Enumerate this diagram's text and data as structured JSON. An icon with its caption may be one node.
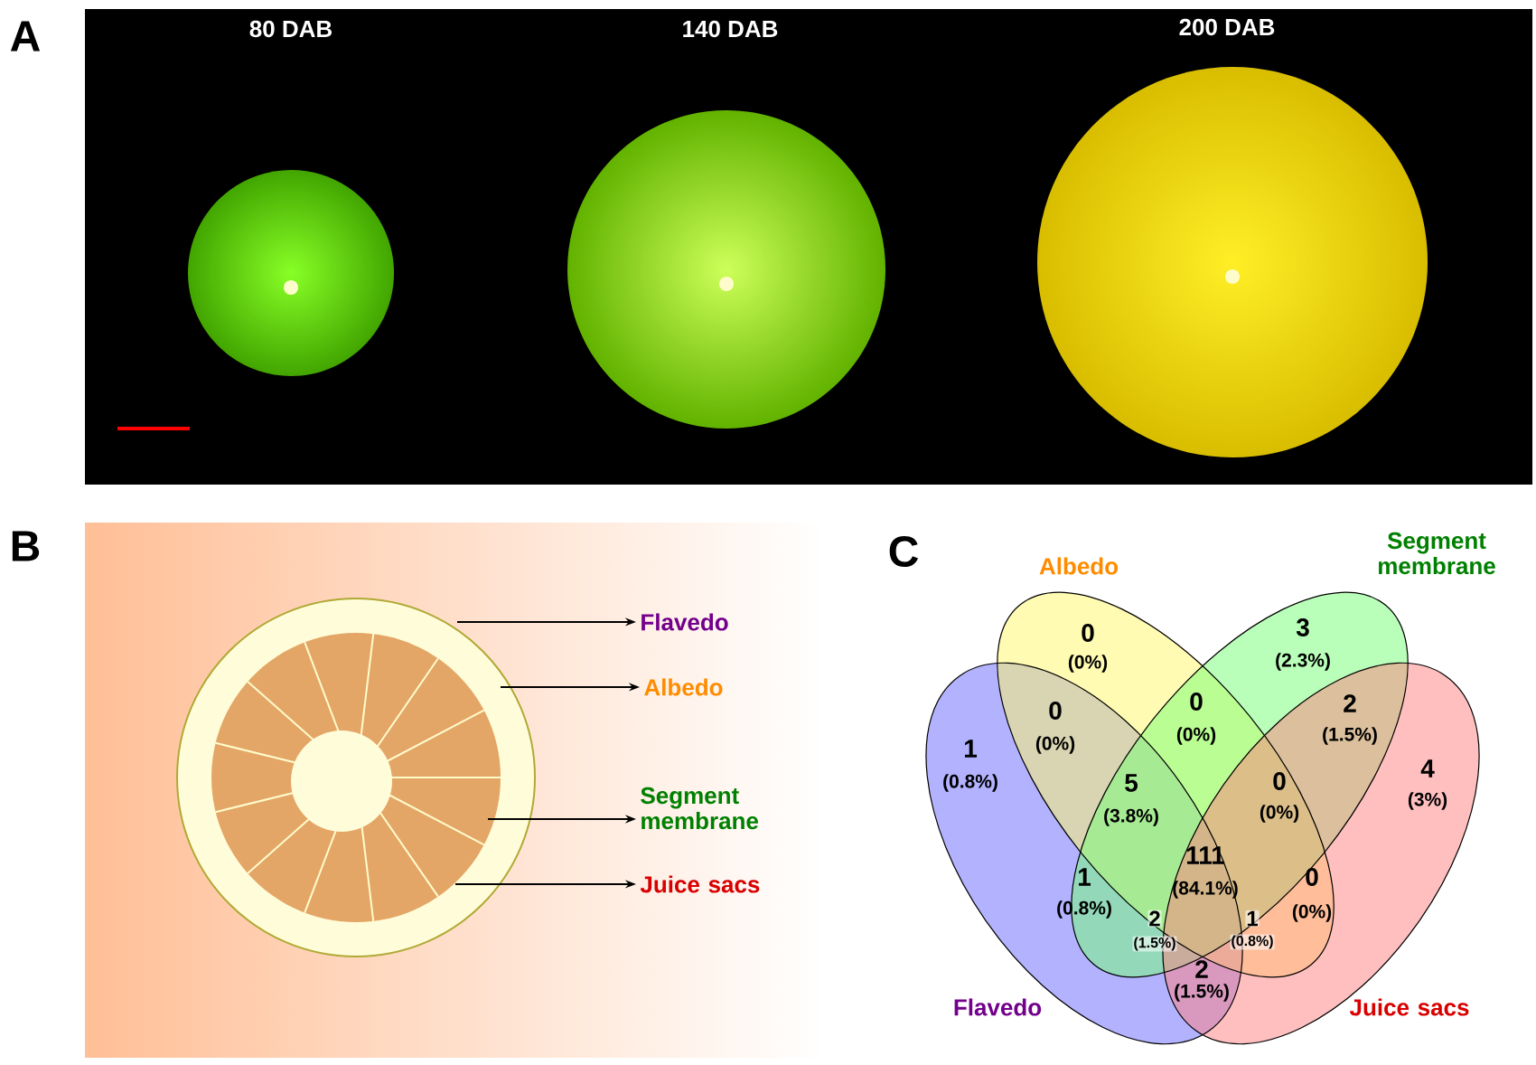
{
  "diagram": {
    "nodes": [
      {
        "text": [
          "Flavedo"
        ]
      },
      {
        "text": [
          "Albedo"
        ]
      },
      {
        "text": [
          "Segment membrane"
        ]
      },
      {
        "text": [
          "Juice sacs"
        ]
      },
      {
        "text": [
          "Flavedo"
        ]
      },
      {
        "text": [
          "Albedo"
        ]
      },
      {
        "text": [
          "Segment membrane"
        ]
      },
      {
        "text": [
          "Juice sacs"
        ]
      }
    ],
    "edges": [
      {
        "from": null,
        "to": 0,
        "arrow": "to"
      },
      {
        "from": null,
        "to": 1,
        "arrow": "to"
      },
      {
        "from": null,
        "to": 2,
        "arrow": "to"
      },
      {
        "from": null,
        "to": 3,
        "arrow": "to"
      }
    ],
    "labels": [
      "A",
      "80 DAB",
      "140 DAB",
      "200 DAB",
      "B",
      "C",
      "0",
      "(0%)",
      "3",
      "(2.3%)",
      "0",
      "(0%)",
      "0",
      "(0%)",
      "2",
      "(1.5%)",
      "1",
      "(0.8%)",
      "4",
      "(3%)",
      "5",
      "(3.8%)",
      "0",
      "(0%)",
      "111",
      "(84.1%)",
      "1",
      "(0.8%)",
      "2",
      "(1.5%)",
      "1",
      "(0.8%)",
      "0",
      "(0%)",
      "2",
      "(1.5%)"
    ]
  }
}
